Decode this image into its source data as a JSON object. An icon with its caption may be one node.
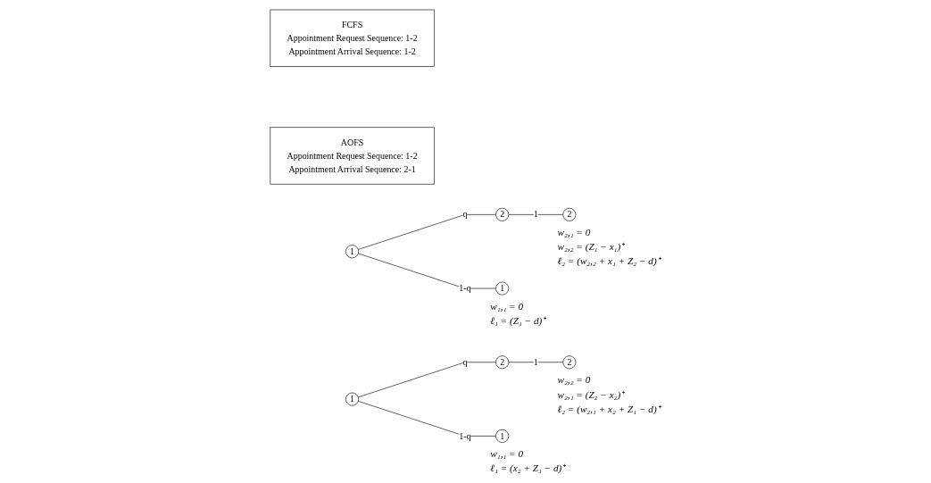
{
  "diagram": {
    "nodes": [
      {
        "text": [
          "FCFS",
          "Appointment Request Sequence: 1-2",
          "Appointment Arrival Sequence: 1-2"
        ]
      },
      {
        "text": [
          "AOFS",
          "Appointment Request Sequence: 1-2",
          "Appointment Arrival Sequence: 2-1"
        ]
      },
      {
        "text": [
          "2"
        ]
      },
      {
        "text": [
          "1"
        ]
      },
      {
        "text": [
          "2"
        ],
        "beside": [
          "w₂,₁ = 0",
          "w₂,₂ = (Z₁ − x₁)⁺",
          "ℓ₂ = (w₂,₂ + x₁ + Z₂ − d)⁺"
        ]
      },
      {
        "text": [
          "1"
        ],
        "beside": [
          "w₁,₁ = 0",
          "ℓ₁ = (Z₁ − d)⁺"
        ]
      },
      {
        "text": [
          "2"
        ]
      },
      {
        "text": [
          "1"
        ]
      },
      {
        "text": [
          "2"
        ],
        "beside": [
          "w₂,₂ = 0",
          "w₂,₁ = (Z₂ − x₂)⁺",
          "ℓ₂ = (w₂,₁ + x₂ + Z₁ − d)⁺"
        ]
      },
      {
        "text": [
          "1"
        ],
        "beside": [
          "w₁,₁ = 0",
          "ℓ₁ = (x₂ + Z₁ − d)⁺"
        ]
      }
    ],
    "edges": [
      {
        "from": 3,
        "to": 2,
        "arrow": "none",
        "label": "q"
      },
      {
        "from": 2,
        "to": 4,
        "arrow": "none",
        "label": "1"
      },
      {
        "from": 3,
        "to": 5,
        "arrow": "none",
        "label": "1-q"
      },
      {
        "from": 7,
        "to": 6,
        "arrow": "none",
        "label": "q"
      },
      {
        "from": 6,
        "to": 8,
        "arrow": "none",
        "label": "1"
      },
      {
        "from": 7,
        "to": 9,
        "arrow": "none",
        "label": "1-q"
      }
    ]
  }
}
